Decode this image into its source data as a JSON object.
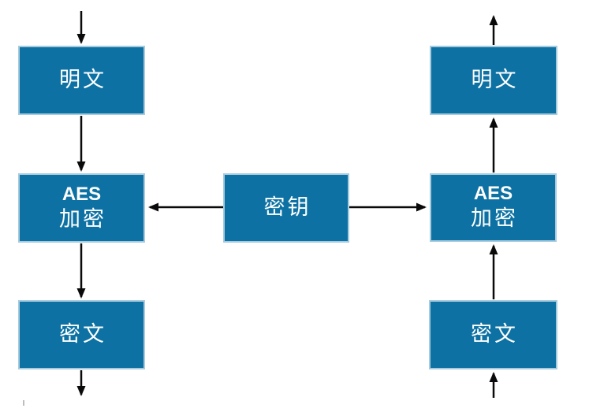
{
  "colors": {
    "background": "#FFFFFF",
    "box_fill": "#0D72A3",
    "box_border": "#A6CBDF",
    "label_text": "#FFFFFF",
    "arrow": "#0A0A0A"
  },
  "nodes": {
    "left_plaintext": {
      "label": "明文"
    },
    "left_aes": {
      "line1": "AES",
      "line2": "加密"
    },
    "left_ciphertext": {
      "label": "密文"
    },
    "key": {
      "label": "密钥"
    },
    "right_plaintext": {
      "label": "明文"
    },
    "right_aes": {
      "line1": "AES",
      "line2": "加密"
    },
    "right_ciphertext": {
      "label": "密文"
    }
  }
}
